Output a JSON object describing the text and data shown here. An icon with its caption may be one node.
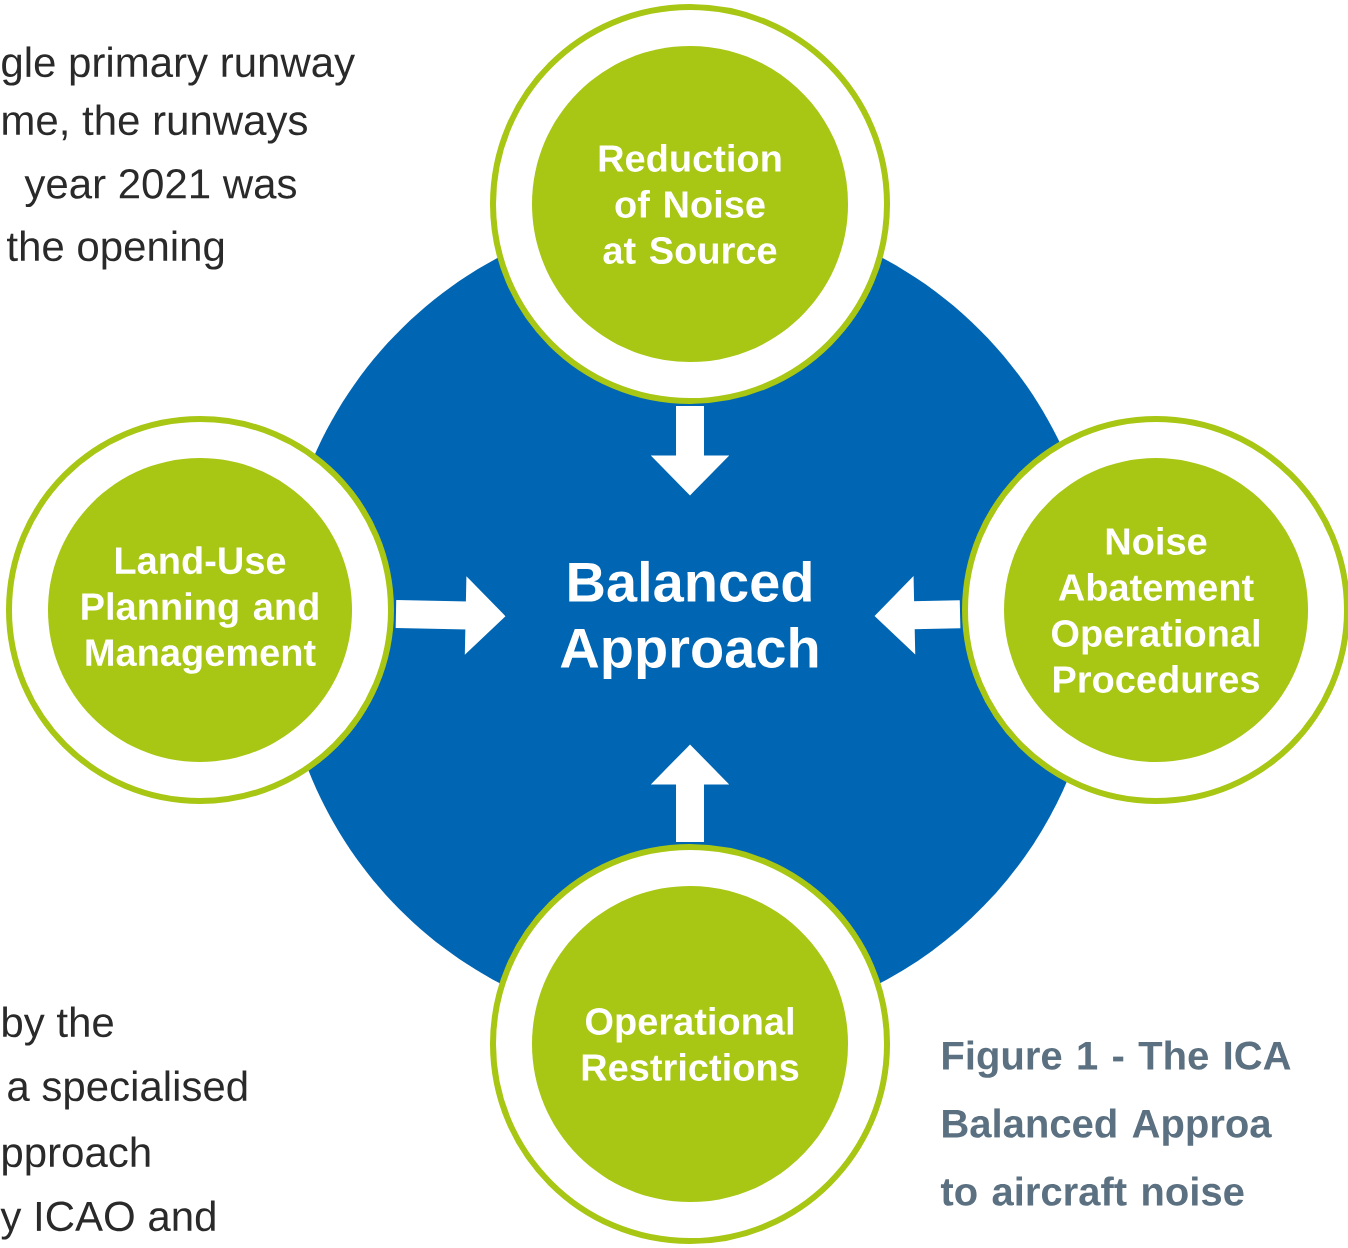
{
  "diagram": {
    "caption": "Figure 1 - The ICA Balanced Approa to aircraft noise",
    "nodes": [
      {
        "text": [
          "Balanced Approach"
        ]
      },
      {
        "text": [
          "Reduction of Noise at Source"
        ]
      },
      {
        "text": [
          "Land-Use Planning and Management"
        ]
      },
      {
        "text": [
          "Noise Abatement Operational Procedures"
        ]
      },
      {
        "text": [
          "Operational Restrictions"
        ]
      }
    ],
    "edges": [
      {
        "from": 1,
        "to": 0,
        "arrow": "to"
      },
      {
        "from": 2,
        "to": 0,
        "arrow": "to"
      },
      {
        "from": 3,
        "to": 0,
        "arrow": "to"
      },
      {
        "from": 4,
        "to": 0,
        "arrow": "to"
      }
    ],
    "labels": [
      "gle primary runway",
      "me, the runways",
      "year 2021 was",
      "the opening",
      "by the",
      "a specialised",
      "pproach",
      "y ICAO and"
    ]
  }
}
